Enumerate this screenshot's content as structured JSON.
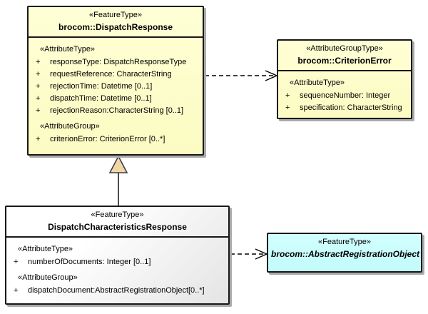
{
  "colors": {
    "class_fill_yellow": "#fcfcc6",
    "class_fill_white": "#ffffff",
    "class_fill_cyan": "#c8ffff",
    "box_border": "#181818",
    "box_shadow": "#aaaaaa",
    "generalization_arrow_fill": "#efd7a8",
    "connector_line": "#000000"
  },
  "classes": {
    "dispatch_response": {
      "stereotype": "«FeatureType»",
      "name": "brocom::DispatchResponse",
      "attribute_type_header": "«AttributeType»",
      "attribute_group_header": "«AttributeGroup»",
      "attributes": [
        {
          "vis": "+",
          "text": "responseType: DispatchResponseType"
        },
        {
          "vis": "+",
          "text": "requestReference: CharacterString"
        },
        {
          "vis": "+",
          "text": "rejectionTime: Datetime [0..1]"
        },
        {
          "vis": "+",
          "text": "dispatchTime: Datetime [0..1]"
        },
        {
          "vis": "+",
          "text": "rejectionReason:CharacterString [0..1]"
        }
      ],
      "group_attributes": [
        {
          "vis": "+",
          "text": "criterionError: CriterionError [0..*]"
        }
      ]
    },
    "criterion_error": {
      "stereotype": "«AttributeGroupType»",
      "name": "brocom::CriterionError",
      "attribute_type_header": "«AttributeType»",
      "attributes": [
        {
          "vis": "+",
          "text": "sequenceNumber: Integer"
        },
        {
          "vis": "+",
          "text": "specification: CharacterString"
        }
      ]
    },
    "dispatch_characteristics_response": {
      "stereotype": "«FeatureType»",
      "name": "DispatchCharacteristicsResponse",
      "attribute_type_header": "«AttributeType»",
      "attribute_group_header": "«AttributeGroup»",
      "attributes": [
        {
          "vis": "+",
          "text": "numberOfDocuments: Integer [0..1]"
        }
      ],
      "group_attributes": [
        {
          "vis": "+",
          "text": "dispatchDocument:AbstractRegistrationObject[0..*]"
        }
      ]
    },
    "abstract_registration_object": {
      "stereotype": "«FeatureType»",
      "name": "brocom::AbstractRegistrationObject"
    }
  },
  "relationships": [
    {
      "type": "dependency",
      "from": "brocom::DispatchResponse",
      "to": "brocom::CriterionError"
    },
    {
      "type": "generalization",
      "from": "DispatchCharacteristicsResponse",
      "to": "brocom::DispatchResponse"
    },
    {
      "type": "dependency",
      "from": "DispatchCharacteristicsResponse",
      "to": "brocom::AbstractRegistrationObject"
    }
  ]
}
